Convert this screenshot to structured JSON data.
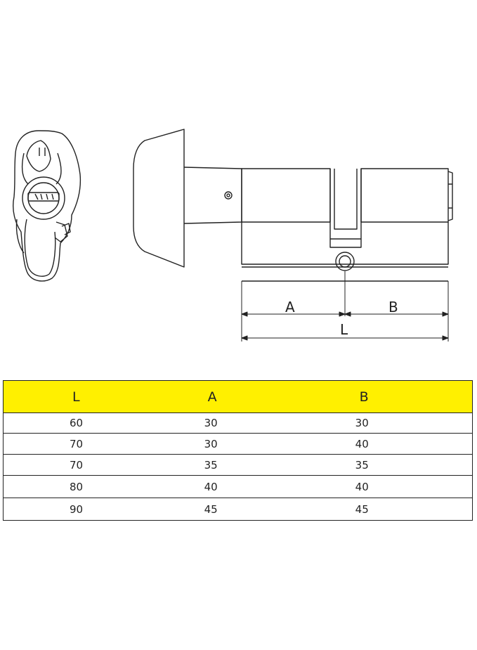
{
  "colors": {
    "header_fill": "#FFF000",
    "line": "#222222"
  },
  "drawing": {
    "labels": {
      "a": "A",
      "b": "B",
      "l": "L"
    }
  },
  "table": {
    "headers": [
      "L",
      "A",
      "B"
    ],
    "rows": [
      [
        "60",
        "30",
        "30"
      ],
      [
        "70",
        "30",
        "40"
      ],
      [
        "70",
        "35",
        "35"
      ],
      [
        "80",
        "40",
        "40"
      ],
      [
        "90",
        "45",
        "45"
      ]
    ]
  }
}
